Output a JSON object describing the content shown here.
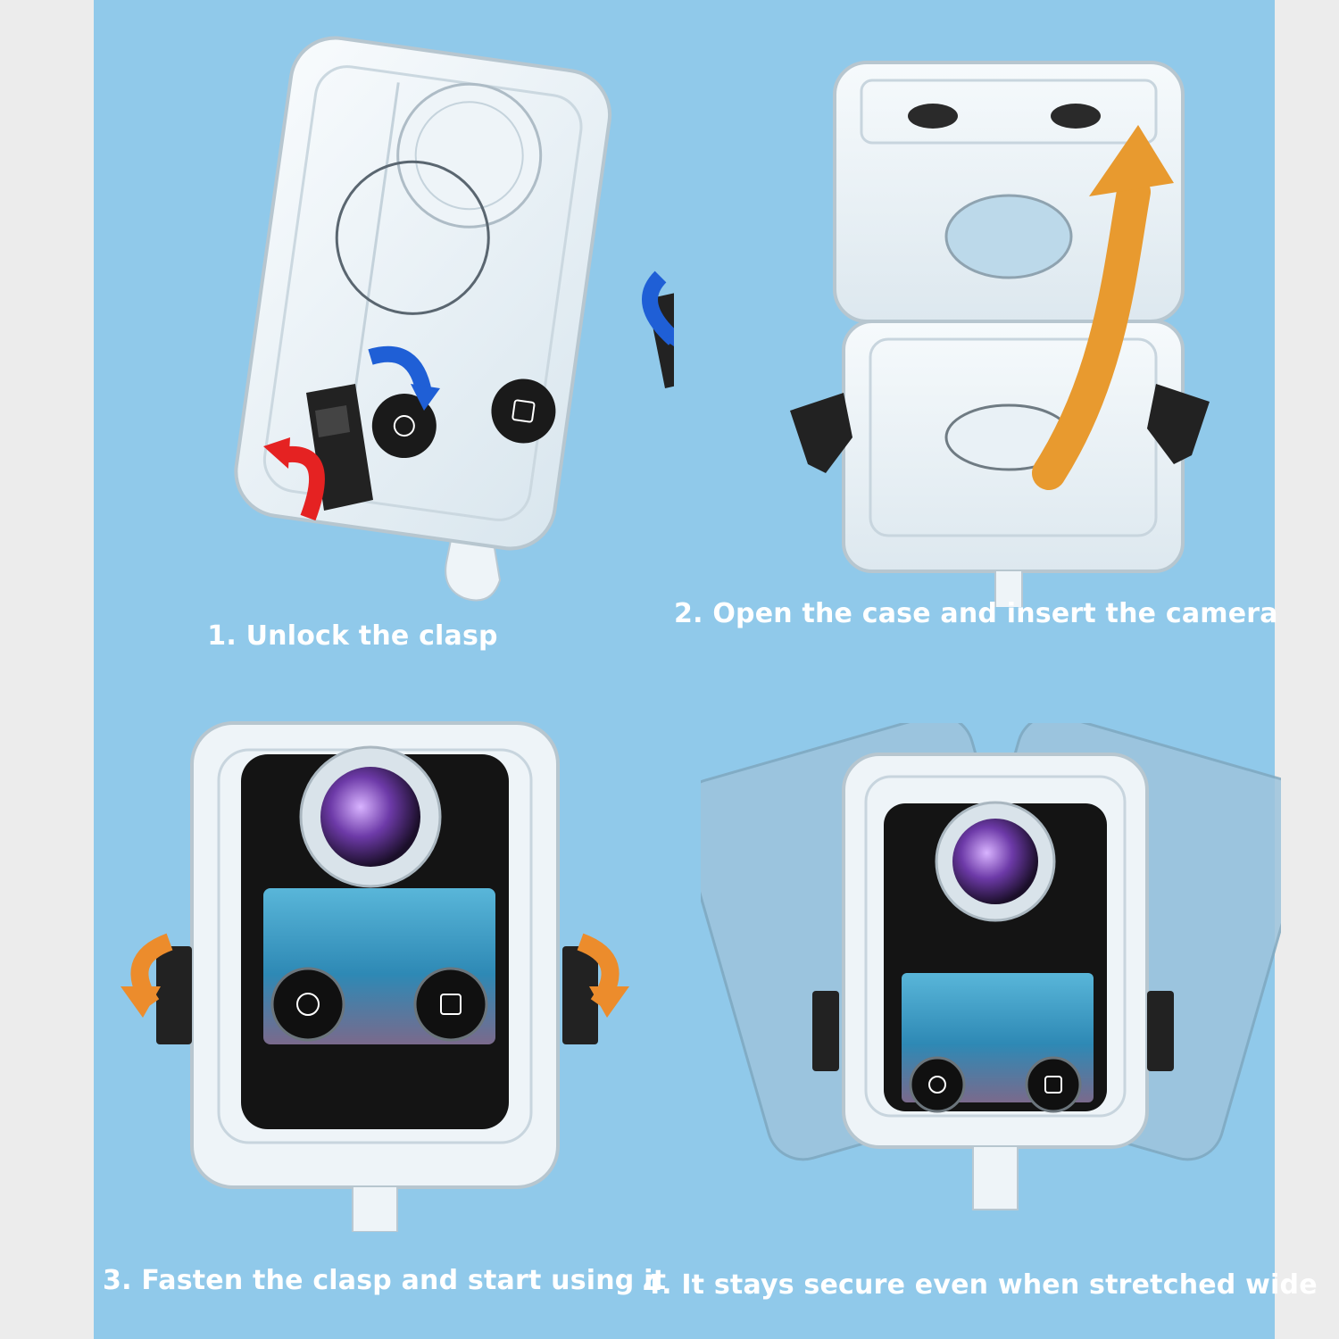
{
  "steps": [
    {
      "label": "1. Unlock the clasp"
    },
    {
      "label": "2. Open the case and insert the camera"
    },
    {
      "label": "3. Fasten the clasp and start using it"
    },
    {
      "label": "4. It stays secure even when stretched wide"
    }
  ],
  "colors": {
    "panel_background": "#90c9ea",
    "side_margin": "#ececec",
    "unlock_arrow_blue": "#1f5fd6",
    "unlock_arrow_red": "#e52222",
    "open_arrow_orange": "#e89a2f",
    "fasten_arrow_orange": "#ec8c2c",
    "caption_text": "#ffffff"
  },
  "icons": [
    "circle-button-icon",
    "square-button-icon",
    "rotate-arrow-icon",
    "curved-up-arrow-icon"
  ]
}
